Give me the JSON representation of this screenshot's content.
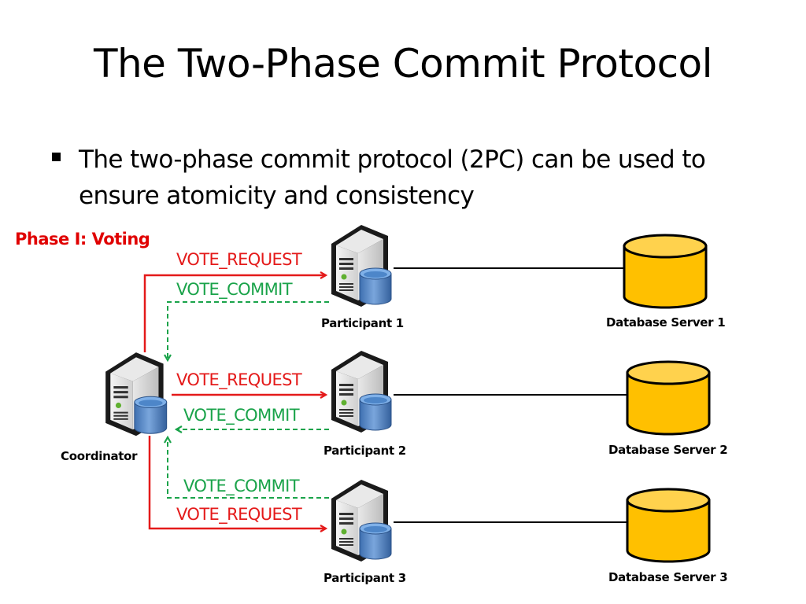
{
  "slide": {
    "title": "The Two-Phase Commit Protocol",
    "bullets": [
      {
        "line1": "The two-phase commit protocol (2PC) can be used to",
        "line2": "ensure atomicity and consistency"
      }
    ]
  },
  "diagram": {
    "phase_label": "Phase I: Voting",
    "colors": {
      "request": "#e41a1a",
      "commit": "#1aa34a",
      "database": "#ffc000",
      "server_db": "#4f81bd"
    },
    "coordinator": {
      "label": "Coordinator",
      "icon": "server-with-database-icon"
    },
    "participants": [
      {
        "label": "Participant 1",
        "request_label": "VOTE_REQUEST",
        "commit_label": "VOTE_COMMIT",
        "icon": "server-with-database-icon"
      },
      {
        "label": "Participant 2",
        "request_label": "VOTE_REQUEST",
        "commit_label": "VOTE_COMMIT",
        "icon": "server-with-database-icon"
      },
      {
        "label": "Participant 3",
        "request_label": "VOTE_REQUEST",
        "commit_label": "VOTE_COMMIT",
        "icon": "server-with-database-icon"
      }
    ],
    "database_servers": [
      {
        "label": "Database Server 1",
        "icon": "database-cylinder-icon"
      },
      {
        "label": "Database Server 2",
        "icon": "database-cylinder-icon"
      },
      {
        "label": "Database Server 3",
        "icon": "database-cylinder-icon"
      }
    ]
  }
}
